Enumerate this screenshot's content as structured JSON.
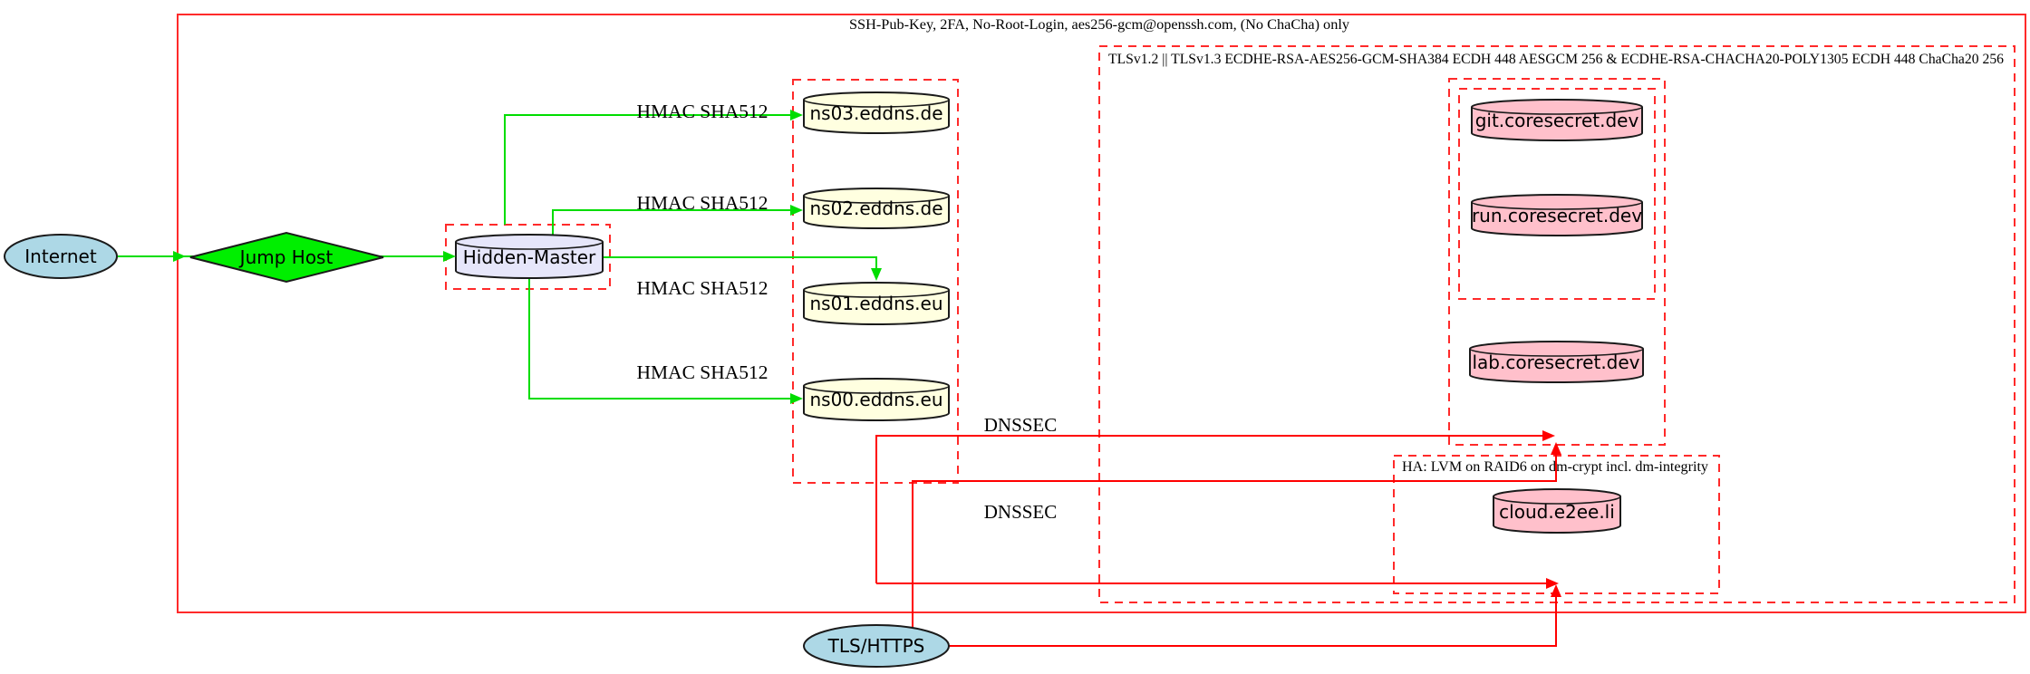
{
  "clusters": {
    "ssh": {
      "label": "SSH-Pub-Key, 2FA, No-Root-Login, aes256-gcm@openssh.com, (No ChaCha) only"
    },
    "tls": {
      "label": "TLSv1.2 || TLSv1.3 ECDHE-RSA-AES256-GCM-SHA384 ECDH 448 AESGCM 256 & ECDHE-RSA-CHACHA20-POLY1305 ECDH 448 ChaCha20 256"
    },
    "ha": {
      "label": "HA: LVM on RAID6 on dm-crypt incl. dm-integrity"
    }
  },
  "nodes": {
    "internet": {
      "label": "Internet"
    },
    "jump_host": {
      "label": "Jump Host"
    },
    "hidden_master": {
      "label": "Hidden-Master"
    },
    "ns03": {
      "label": "ns03.eddns.de"
    },
    "ns02": {
      "label": "ns02.eddns.de"
    },
    "ns01": {
      "label": "ns01.eddns.eu"
    },
    "ns00": {
      "label": "ns00.eddns.eu"
    },
    "git": {
      "label": "git.coresecret.dev"
    },
    "run": {
      "label": "run.coresecret.dev"
    },
    "lab": {
      "label": "lab.coresecret.dev"
    },
    "cloud": {
      "label": "cloud.e2ee.li"
    },
    "tls_https": {
      "label": "TLS/HTTPS"
    }
  },
  "edge_labels": {
    "hmac_ns03": "HMAC SHA512",
    "hmac_ns02": "HMAC SHA512",
    "hmac_ns01": "HMAC SHA512",
    "hmac_ns00": "HMAC SHA512",
    "dnssec_a": "DNSSEC",
    "dnssec_b": "DNSSEC"
  },
  "colors": {
    "cluster_red": "#ff2a2a",
    "edge_red": "#ff0000",
    "edge_green": "#00dd00",
    "diamond_green": "#00ef00",
    "node_lightblue": "#add8e6",
    "node_lightyellow": "#ffffe0",
    "node_lavender": "#e6e6fa",
    "node_pink": "#ffc0cb"
  }
}
